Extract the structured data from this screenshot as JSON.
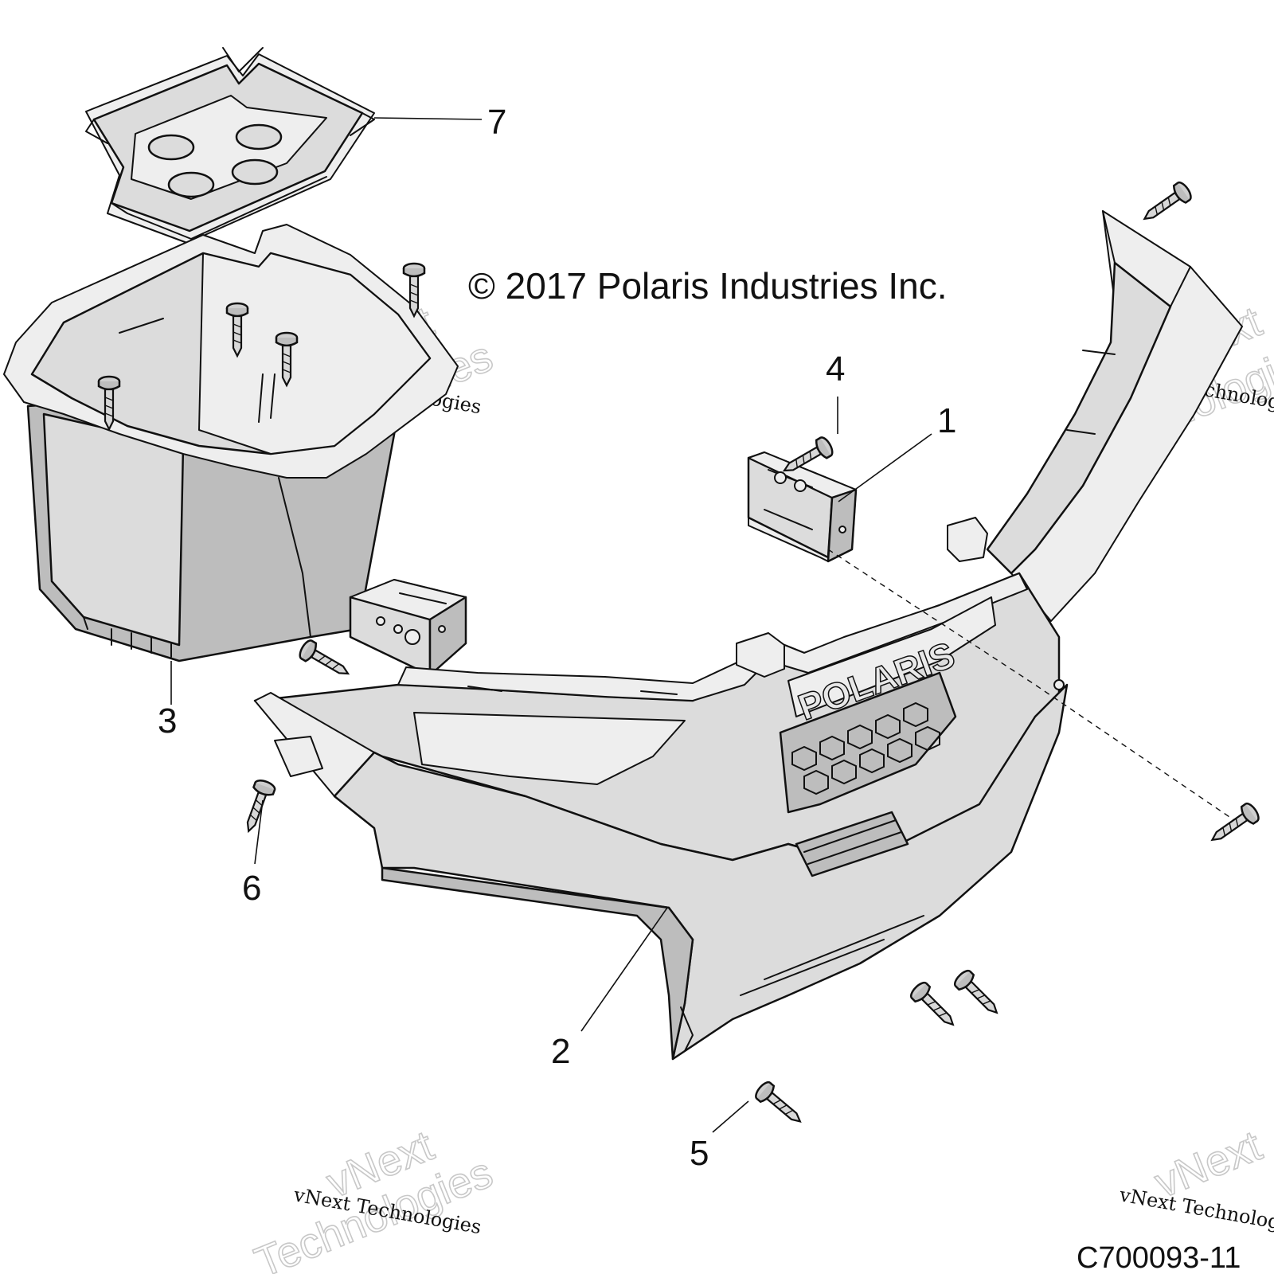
{
  "copyright": "© 2017 Polaris Industries Inc.",
  "figure_code": "C700093-11",
  "watermark": {
    "brand": "vNext",
    "word": "Technologies",
    "full": "vNext Technologies"
  },
  "callouts": {
    "c1": "1",
    "c2": "2",
    "c3": "3",
    "c4": "4",
    "c5": "5",
    "c6": "6",
    "c7": "7"
  },
  "grille_logo": "POLARIS"
}
